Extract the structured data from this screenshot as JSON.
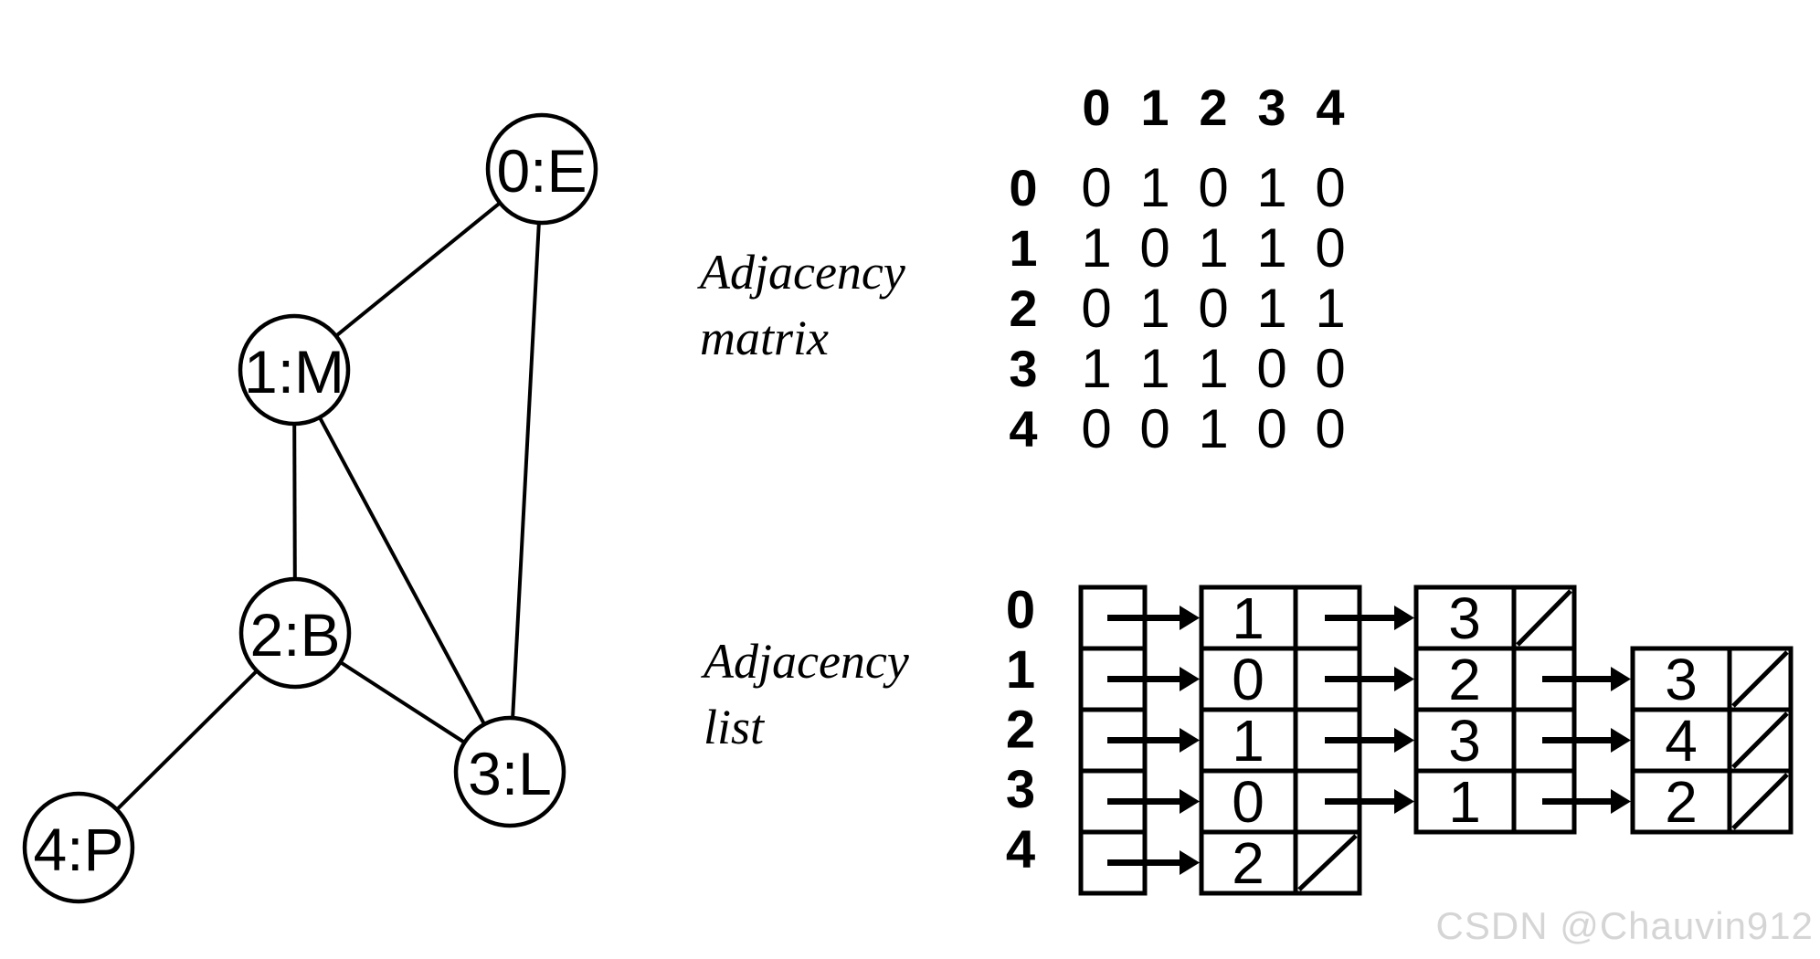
{
  "graph": {
    "nodes": [
      {
        "label": "0:E"
      },
      {
        "label": "1:M"
      },
      {
        "label": "2:B"
      },
      {
        "label": "3:L"
      },
      {
        "label": "4:P"
      }
    ],
    "edges": [
      [
        0,
        1
      ],
      [
        0,
        3
      ],
      [
        1,
        2
      ],
      [
        1,
        3
      ],
      [
        2,
        3
      ],
      [
        2,
        4
      ]
    ]
  },
  "section_labels": {
    "matrix": {
      "line1": "Adjacency",
      "line2": "matrix"
    },
    "list": {
      "line1": "Adjacency",
      "line2": "list"
    }
  },
  "matrix": {
    "col_headers": [
      "0",
      "1",
      "2",
      "3",
      "4"
    ],
    "row_headers": [
      "0",
      "1",
      "2",
      "3",
      "4"
    ],
    "rows": [
      [
        "0",
        "1",
        "0",
        "1",
        "0"
      ],
      [
        "1",
        "0",
        "1",
        "1",
        "0"
      ],
      [
        "0",
        "1",
        "0",
        "1",
        "1"
      ],
      [
        "1",
        "1",
        "1",
        "0",
        "0"
      ],
      [
        "0",
        "0",
        "1",
        "0",
        "0"
      ]
    ]
  },
  "adjacency_list": {
    "row_labels": [
      "0",
      "1",
      "2",
      "3",
      "4"
    ],
    "lists": [
      [
        "1",
        "3"
      ],
      [
        "0",
        "2",
        "3"
      ],
      [
        "1",
        "3",
        "4"
      ],
      [
        "0",
        "1",
        "2"
      ],
      [
        "2"
      ]
    ]
  },
  "watermark": "CSDN @Chauvin912",
  "colors": {
    "ink": "#000000",
    "background": "#ffffff",
    "watermark": "#d5d5d5"
  }
}
